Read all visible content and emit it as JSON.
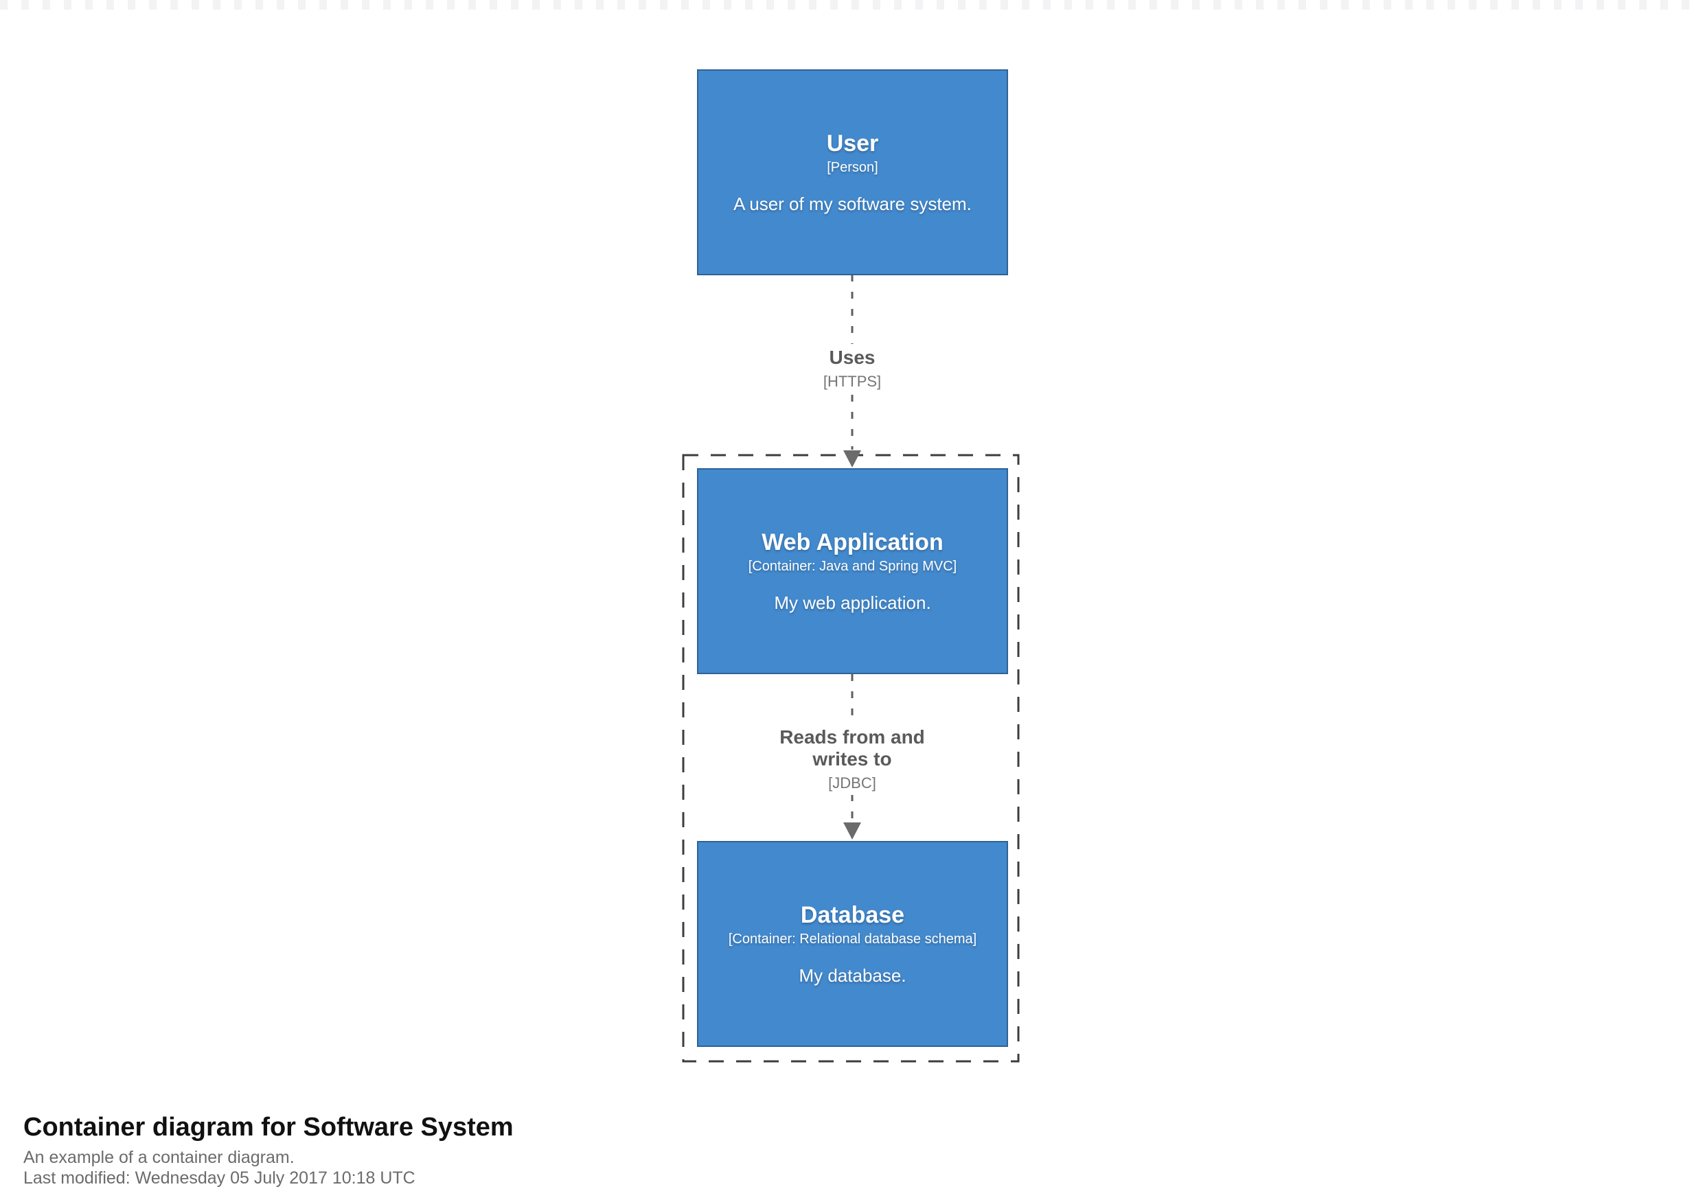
{
  "diagram": {
    "nodes": [
      {
        "name": "User",
        "meta": "[Person]",
        "description": "A user of my software system."
      },
      {
        "name": "Web Application",
        "meta": "[Container: Java and Spring MVC]",
        "description": "My web application."
      },
      {
        "name": "Database",
        "meta": "[Container: Relational database schema]",
        "description": "My database."
      }
    ],
    "relationships": [
      {
        "name": "Uses",
        "technology": "[HTTPS]"
      },
      {
        "name": "Reads from and writes to",
        "technology": "[JDBC]"
      }
    ]
  },
  "footer": {
    "title": "Container diagram for Software System",
    "subtitle": "An example of a container diagram.",
    "last_modified": "Last modified: Wednesday 05 July 2017 10:18 UTC"
  },
  "colors": {
    "node_fill": "#4389cd",
    "node_border": "#2e6295",
    "node_text": "#ffffff",
    "relationship_text": "#5a5a5a",
    "relationship_tech_text": "#757575",
    "relationship_line": "#5f5f5f",
    "arrowhead": "#6b6b6b",
    "boundary_stroke": "#3d3d3d",
    "footer_title": "#111111",
    "footer_text": "#6b6b6b"
  }
}
